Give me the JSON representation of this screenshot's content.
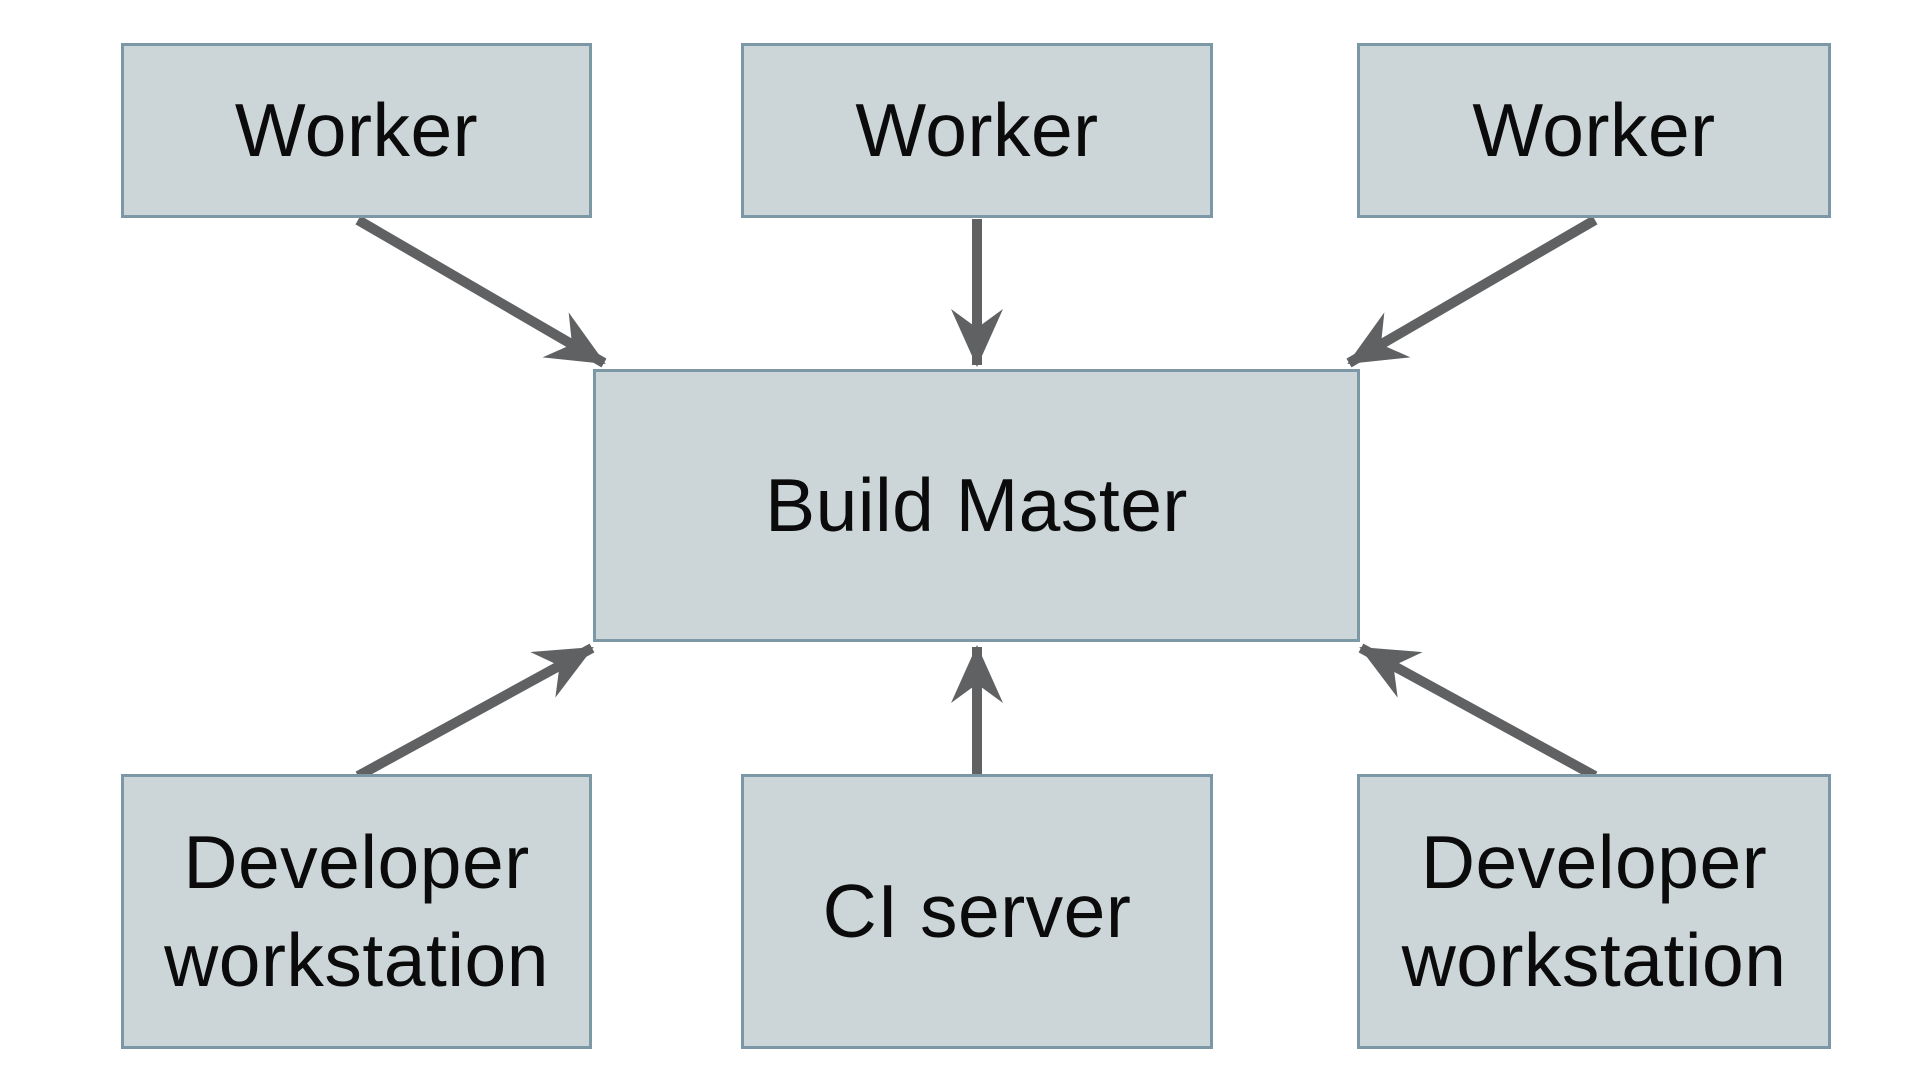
{
  "diagram": {
    "type": "architecture-diagram",
    "colors": {
      "bg": "#ffffff",
      "box_fill": "#ccd6d9",
      "box_border": "#7c98a6",
      "arrow_color": "#5f6163",
      "text_color": "#0b0b0b"
    },
    "nodes": {
      "worker_1": {
        "label": "Worker"
      },
      "worker_2": {
        "label": "Worker"
      },
      "worker_3": {
        "label": "Worker"
      },
      "build_master": {
        "label": "Build Master"
      },
      "developer_workstation_left": {
        "label": "Developer workstation"
      },
      "ci_server": {
        "label": "CI server"
      },
      "developer_workstation_right": {
        "label": "Developer workstation"
      }
    },
    "edges": [
      {
        "from": "worker_1",
        "to": "build_master"
      },
      {
        "from": "worker_2",
        "to": "build_master"
      },
      {
        "from": "worker_3",
        "to": "build_master"
      },
      {
        "from": "developer_workstation_left",
        "to": "build_master"
      },
      {
        "from": "ci_server",
        "to": "build_master"
      },
      {
        "from": "developer_workstation_right",
        "to": "build_master"
      }
    ]
  }
}
